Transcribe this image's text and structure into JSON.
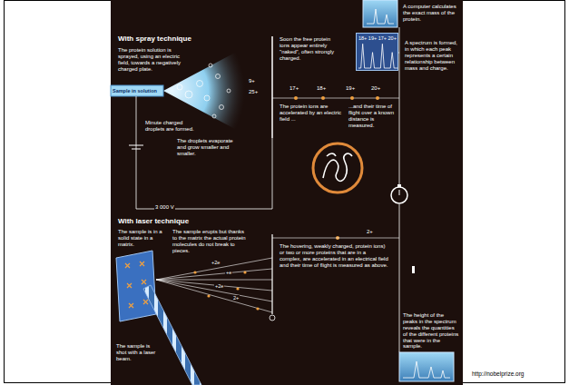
{
  "diagram": {
    "nodes": [
      {
        "text": [
          "18+",
          "19+",
          "17+",
          "20+"
        ]
      }
    ],
    "labels": [
      "With spray technique",
      "The protein solution is sprayed, using an electric field, towards a negatively charged plate.",
      "Sample in solution",
      "Minute charged droplets are formed.",
      "The droplets evaporate and grow smaller and smaller.",
      "9+",
      "25+",
      "3 000 V",
      "Soon the free protein ions appear entirely \"naked\", often strongly charged.",
      "17+",
      "18+",
      "19+",
      "20+",
      "The protein ions are accelerated by an electric field ...",
      "...and their time of flight over a known distance is measured.",
      "A computer calculates the exact mass of the protein.",
      "A spectrum is formed, in which each peak represents a certain relationship between mass and charge.",
      "With laser technique",
      "The sample is in a solid state in a matrix.",
      "The sample erupts but thanks to the matrix the actual protein molecules do not break to pieces.",
      "+2e",
      "+e",
      "+2e",
      "2+",
      "2+",
      "The hovering, weakly charged, protein ions) or two or more proteins that are in a complex, are accelerated in an electrical field and their time of flight is measured as above.",
      "The sample is shot with a laser beam.",
      "The height of the peaks in the spectrum reveals the quantities of the different proteins that were in the sample.",
      "http://nobelprize.org"
    ]
  }
}
